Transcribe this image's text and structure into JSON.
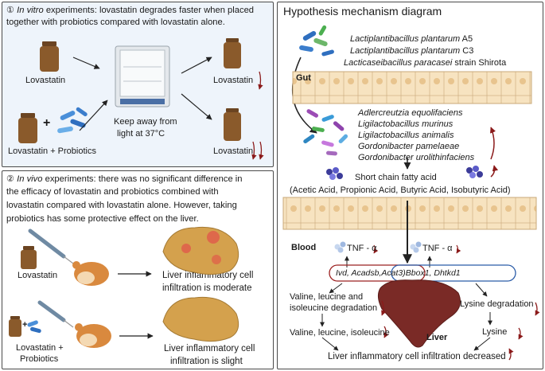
{
  "colors": {
    "panel_bg": "#eef4fb",
    "gut": "#f7e3c0",
    "red_arrow": "#8b1a1a",
    "pill_bottle": "#8a5a2b",
    "liver": "#7a2a26"
  },
  "panel1": {
    "title_prefix": "① ",
    "title_italic": "In vitro",
    "title_rest": " experiments: lovastatin degrades faster when placed",
    "title_line2": "together with probiotics compared with lovastatin alone.",
    "label_lovastatin": "Lovastatin",
    "label_lovastatin_probiotics": "Lovastatin + Probiotics",
    "incubator_text_1": "Keep away from",
    "incubator_text_2": "light at 37°C",
    "result_top": "Lovastatin",
    "result_bottom": "Lovastatin",
    "plus": "+"
  },
  "panel2": {
    "title_prefix": "② ",
    "title_italic": "In vivo",
    "title_rest": " experiments: there was no significant difference in",
    "line2": "the efficacy of lovastatin and probiotics combined with",
    "line3": "lovastatin compared with lovastatin alone. However, taking",
    "line4": "probiotics has some protective effect on the liver.",
    "label_lovastatin": "Lovastatin",
    "label_combo_1": "Lovastatin +",
    "label_combo_2": "Probiotics",
    "result_top_1": "Liver inflammatory cell",
    "result_top_2": "infiltration is moderate",
    "result_bottom_1": "Liver inflammatory cell",
    "result_bottom_2": "infiltration is slight",
    "plus": "+"
  },
  "panel3": {
    "title": "Hypothesis mechanism diagram",
    "strains": [
      "Lactiplantibacillus plantarum",
      "Lactiplantibacillus plantarum",
      "Lacticaseibacillus paracasei"
    ],
    "strain_suffix": [
      " A5",
      " C3",
      " strain Shirota"
    ],
    "gut_label": "Gut",
    "species": [
      "Adlercreutzia equolifaciens",
      "Ligilactobacillus murinus",
      "Ligilactobacillus animalis",
      "Gordonibacter pamelaeae",
      "Gordonibacter urolithinfaciens"
    ],
    "scfa_title": "Short chain fatty acid",
    "scfa_list": "(Acetic Acid, Propionic Acid, Butyric Acid, Isobutyric Acid)",
    "blood_label": "Blood",
    "tnf_left": "TNF - α",
    "tnf_right": "TNF - α",
    "genes_left": "Ivd, Acadsb,",
    "genes_acat3": "Acat3",
    "genes_right": "Bbox1, Dhtkd1",
    "bcaa_deg_1": "Valine, leucine and",
    "bcaa_deg_2": "isoleucine degradation",
    "bcaa": "Valine, leucine, isoleucine",
    "lys_deg": "Lysine degradation",
    "lysine": "Lysine",
    "liver_label": "Liver",
    "conclusion": "Liver inflammatory cell infiltration decreased"
  }
}
